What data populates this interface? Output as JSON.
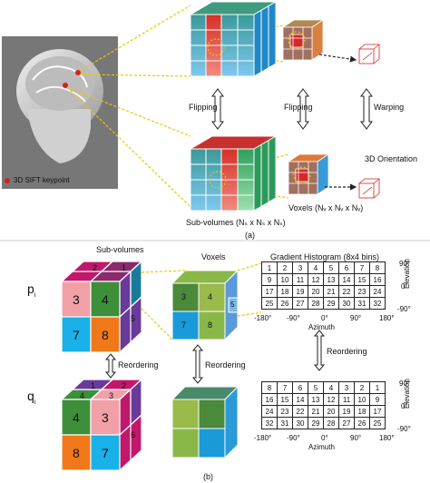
{
  "labels": {
    "keypoint_legend": "3D SIFT keypoint",
    "flipping_left": "Flipping",
    "flipping_right": "Flipping",
    "warping": "Warping",
    "orientation": "3D Orientation",
    "voxels_dims": "Voxels (Nᵥ x Nᵥ x Nᵥ)",
    "subvolumes_dims": "Sub-volumes (Nₛ x Nₛ x Nₛ)",
    "panel_a": "(a)",
    "panel_b": "(b)",
    "subvolumes_title": "Sub-volumes",
    "voxels_title": "Voxels",
    "histogram_title": "Gradient Histogram (8x4 bins)",
    "reordering_1": "Reordering",
    "reordering_2": "Reordering",
    "reordering_3": "Reordering",
    "p_label": "p",
    "p_sub": "i",
    "q_label": "q",
    "q_sub": "i",
    "azimuth_1": "Azimuth",
    "azimuth_2": "Azimuth",
    "elevation_1": "Elevation",
    "elevation_2": "Elevation"
  },
  "azimuth_ticks": [
    "-180°",
    "-90°",
    "0°",
    "90°",
    "180°"
  ],
  "elevation_ticks": [
    "90°",
    "0°",
    "-90°"
  ],
  "cube_p": {
    "front": [
      "3",
      "4",
      "7",
      "8"
    ],
    "top": [
      "2",
      "1"
    ],
    "side": [
      "5"
    ]
  },
  "cube_q": {
    "front": [
      "4",
      "3",
      "8",
      "7"
    ],
    "top": [
      "1",
      "2",
      "4",
      "3"
    ],
    "side": [
      "6"
    ]
  },
  "voxel_p": {
    "front": [
      "3",
      "4",
      "7",
      "8"
    ],
    "side": [
      "5"
    ]
  },
  "hist_p": [
    [
      "1",
      "2",
      "3",
      "4",
      "5",
      "6",
      "7",
      "8"
    ],
    [
      "9",
      "10",
      "11",
      "12",
      "13",
      "14",
      "15",
      "16"
    ],
    [
      "17",
      "18",
      "19",
      "20",
      "21",
      "22",
      "23",
      "24"
    ],
    [
      "25",
      "26",
      "27",
      "28",
      "29",
      "30",
      "31",
      "32"
    ]
  ],
  "hist_q": [
    [
      "8",
      "7",
      "6",
      "5",
      "4",
      "3",
      "2",
      "1"
    ],
    [
      "16",
      "15",
      "14",
      "13",
      "12",
      "11",
      "10",
      "9"
    ],
    [
      "24",
      "23",
      "22",
      "21",
      "20",
      "19",
      "18",
      "17"
    ],
    [
      "32",
      "31",
      "30",
      "29",
      "28",
      "27",
      "26",
      "25"
    ]
  ],
  "colors": {
    "teal": "#3a9a9a",
    "red": "#d73027",
    "green": "#2ea05a",
    "blue": "#1f78d1",
    "pink": "#f2a0a8",
    "olive": "#3d8f3a",
    "orange": "#f07818",
    "cyan": "#1ab0e8",
    "magenta": "#c0186a",
    "purple": "#6a3a9a",
    "yellow": "#ffd23a",
    "brown": "#9a6a3a"
  }
}
